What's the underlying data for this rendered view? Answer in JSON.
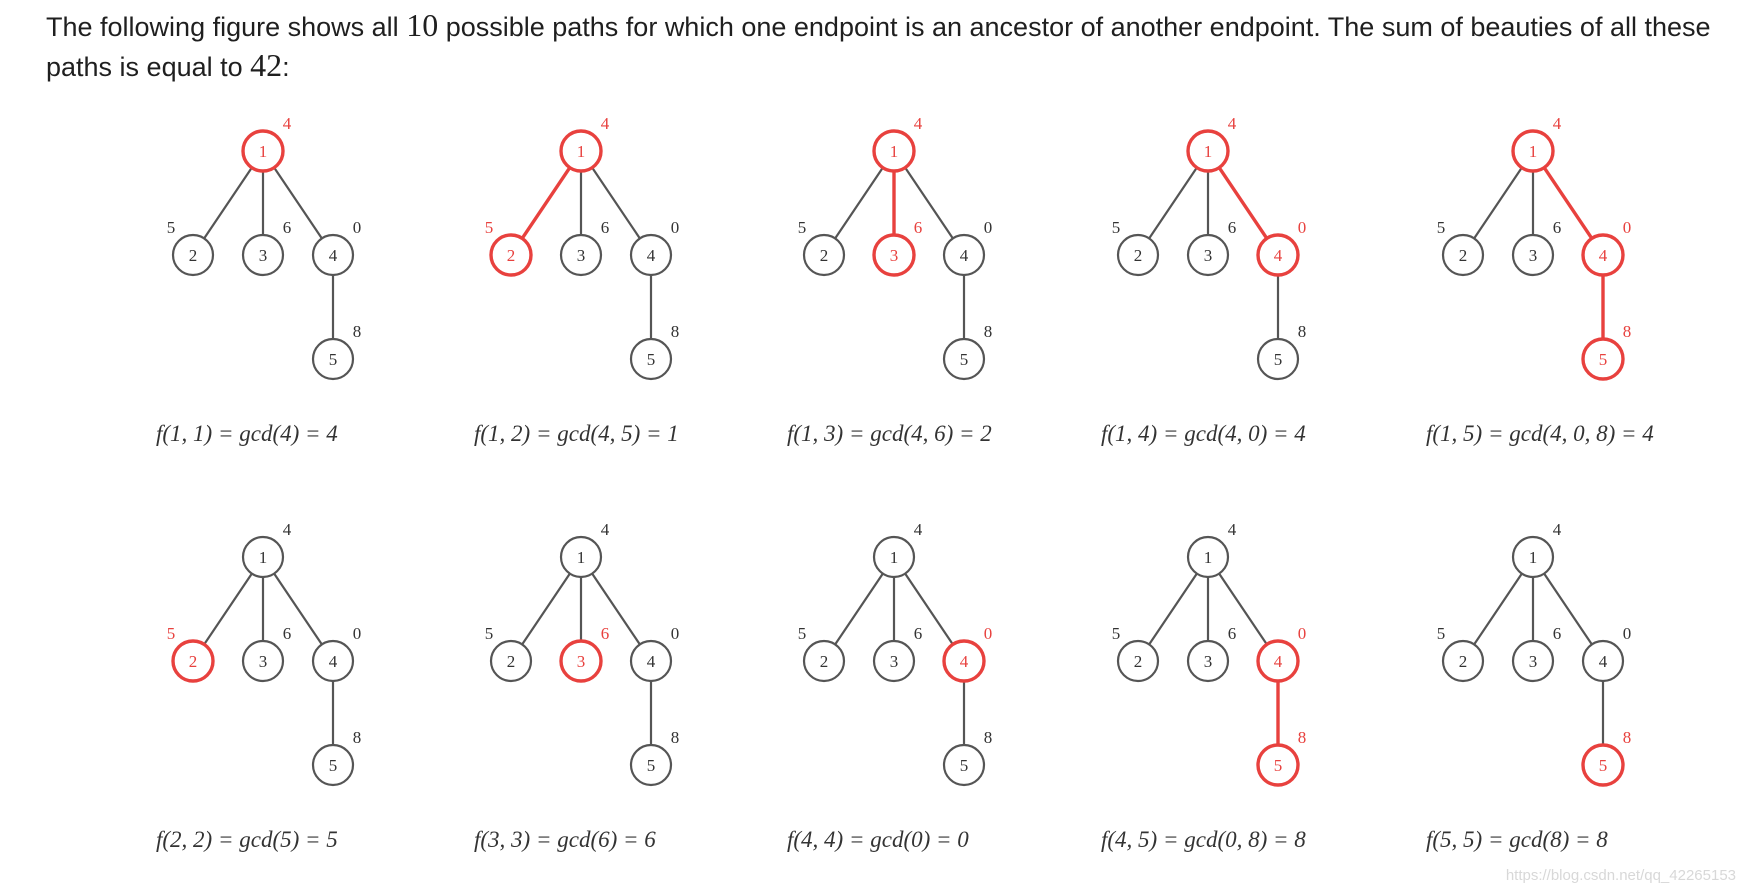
{
  "intro": {
    "part1": "The following figure shows all ",
    "count": "10",
    "part2": " possible paths for which one endpoint is an ancestor of another endpoint. The sum of beauties of all these paths is equal to ",
    "sum": "42",
    "part3": ":"
  },
  "tree": {
    "nodes": [
      {
        "id": "1",
        "value": "4"
      },
      {
        "id": "2",
        "value": "5"
      },
      {
        "id": "3",
        "value": "6"
      },
      {
        "id": "4",
        "value": "0"
      },
      {
        "id": "5",
        "value": "8"
      }
    ],
    "edges": [
      [
        "1",
        "2"
      ],
      [
        "1",
        "3"
      ],
      [
        "1",
        "4"
      ],
      [
        "4",
        "5"
      ]
    ]
  },
  "colors": {
    "highlight": "#e8413e",
    "normal": "#555555",
    "label": "#333333"
  },
  "panels": [
    {
      "path": [
        "1"
      ],
      "caption": "f(1, 1) = gcd(4) = 4"
    },
    {
      "path": [
        "1",
        "2"
      ],
      "caption": "f(1, 2) = gcd(4, 5) = 1"
    },
    {
      "path": [
        "1",
        "3"
      ],
      "caption": "f(1, 3) = gcd(4, 6) = 2"
    },
    {
      "path": [
        "1",
        "4"
      ],
      "caption": "f(1, 4) = gcd(4, 0) = 4"
    },
    {
      "path": [
        "1",
        "4",
        "5"
      ],
      "caption": "f(1, 5) = gcd(4, 0, 8) = 4"
    },
    {
      "path": [
        "2"
      ],
      "caption": "f(2, 2) = gcd(5) = 5"
    },
    {
      "path": [
        "3"
      ],
      "caption": "f(3, 3) = gcd(6) = 6"
    },
    {
      "path": [
        "4"
      ],
      "caption": "f(4, 4) = gcd(0) = 0"
    },
    {
      "path": [
        "4",
        "5"
      ],
      "caption": "f(4, 5) = gcd(0, 8) = 8"
    },
    {
      "path": [
        "5"
      ],
      "caption": "f(5, 5) = gcd(8) = 8"
    }
  ],
  "watermark": "https://blog.csdn.net/qq_42265153"
}
